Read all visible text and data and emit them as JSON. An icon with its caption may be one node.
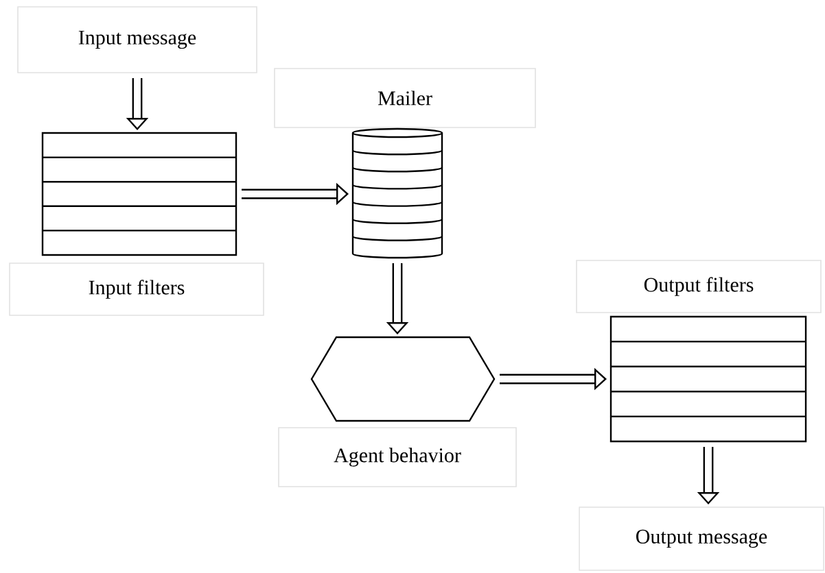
{
  "diagram": {
    "nodes": [
      {
        "text": [
          "Input message"
        ]
      },
      {
        "text": [],
        "shape": "box"
      },
      {
        "text": [
          "Input filters"
        ]
      },
      {
        "text": [
          "Mailer"
        ]
      },
      {
        "text": [],
        "shape": "cylinder"
      },
      {
        "text": [],
        "shape": "hexagon"
      },
      {
        "text": [
          "Agent behavior"
        ]
      },
      {
        "text": [
          "Output filters"
        ]
      },
      {
        "text": [],
        "shape": "box"
      },
      {
        "text": [
          "Output message"
        ]
      }
    ],
    "edges": [
      {
        "from": 0,
        "to": 1,
        "arrow": "to"
      },
      {
        "from": 1,
        "to": 4,
        "arrow": "to"
      },
      {
        "from": 4,
        "to": 5,
        "arrow": "to"
      },
      {
        "from": 5,
        "to": 8,
        "arrow": "to"
      },
      {
        "from": 8,
        "to": 9,
        "arrow": "to"
      }
    ]
  }
}
